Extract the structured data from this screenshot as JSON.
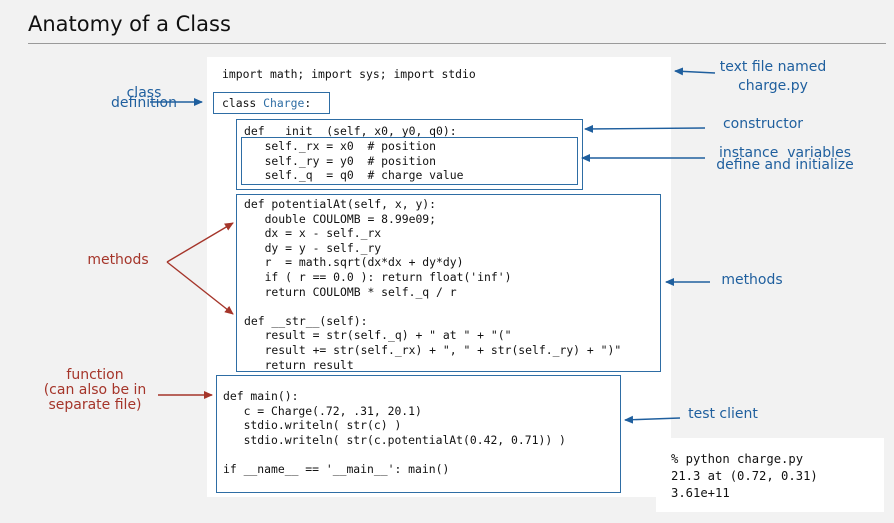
{
  "title": "Anatomy of a Class",
  "code": {
    "imports": "import math; import sys; import stdio",
    "class_keyword": "class ",
    "class_name": "Charge",
    "class_colon": ":",
    "ctor_def": "def __init__(self, x0, y0, q0):",
    "ctor_body": "   self._rx = x0  # position\n   self._ry = y0  # position\n   self._q  = q0  # charge value",
    "methods": "def potentialAt(self, x, y):\n   double COULOMB = 8.99e09;\n   dx = x - self._rx\n   dy = y - self._ry\n   r  = math.sqrt(dx*dx + dy*dy)\n   if ( r == 0.0 ): return float('inf')\n   return COULOMB * self._q / r\n\ndef __str__(self):\n   result = str(self._q) + \" at \" + \"(\"\n   result += str(self._rx) + \", \" + str(self._ry) + \")\"\n   return result",
    "main": "def main():\n   c = Charge(.72, .31, 20.1)\n   stdio.writeln( str(c) )\n   stdio.writeln( str(c.potentialAt(0.42, 0.71)) )\n\nif __name__ == '__main__': main()"
  },
  "labels": {
    "file_name": "text file named\ncharge.py",
    "class_definition": "class\ndefinition",
    "constructor": "constructor",
    "instance_variables": "instance  variables\ndefine and initialize",
    "methods_left": "methods",
    "methods_right": "methods",
    "function": "function\n(can also be in\nseparate file)",
    "test_client": "test client"
  },
  "output": {
    "lines": "% python charge.py\n21.3 at (0.72, 0.31)\n3.61e+11"
  },
  "colors": {
    "blue": "#1f5f9e",
    "red": "#a5352a",
    "box": "#2e6da4"
  }
}
